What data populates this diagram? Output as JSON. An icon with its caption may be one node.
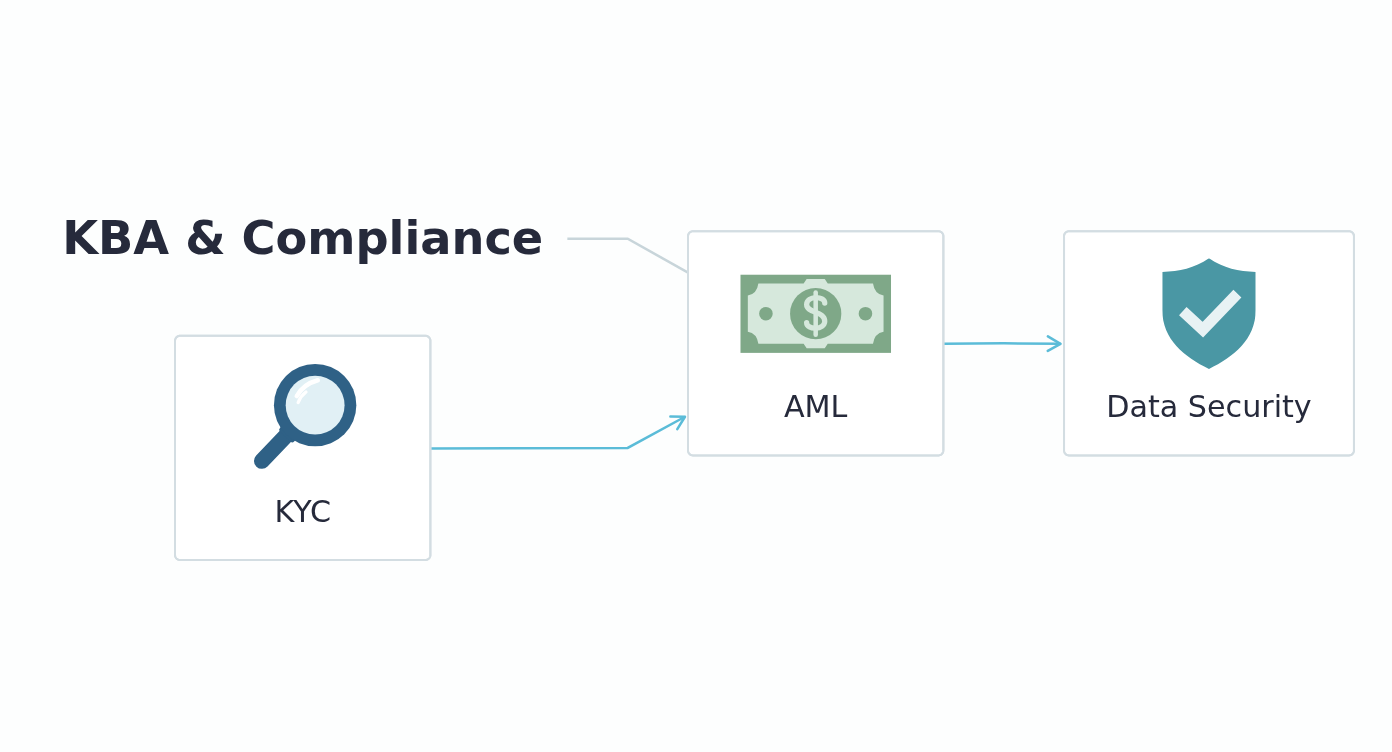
{
  "diagram": {
    "nodes": [
      {
        "text": [
          "KBA & Compliance"
        ]
      },
      {
        "text": [
          "KYC"
        ]
      },
      {
        "text": [
          "AML"
        ]
      },
      {
        "text": [
          "Data Security"
        ]
      }
    ],
    "edges": [
      {
        "from": 0,
        "to": 2,
        "arrow": "none",
        "color": "#c8d5da"
      },
      {
        "from": 1,
        "to": 2,
        "arrow": "to"
      },
      {
        "from": 2,
        "to": 3,
        "arrow": "to"
      }
    ]
  }
}
